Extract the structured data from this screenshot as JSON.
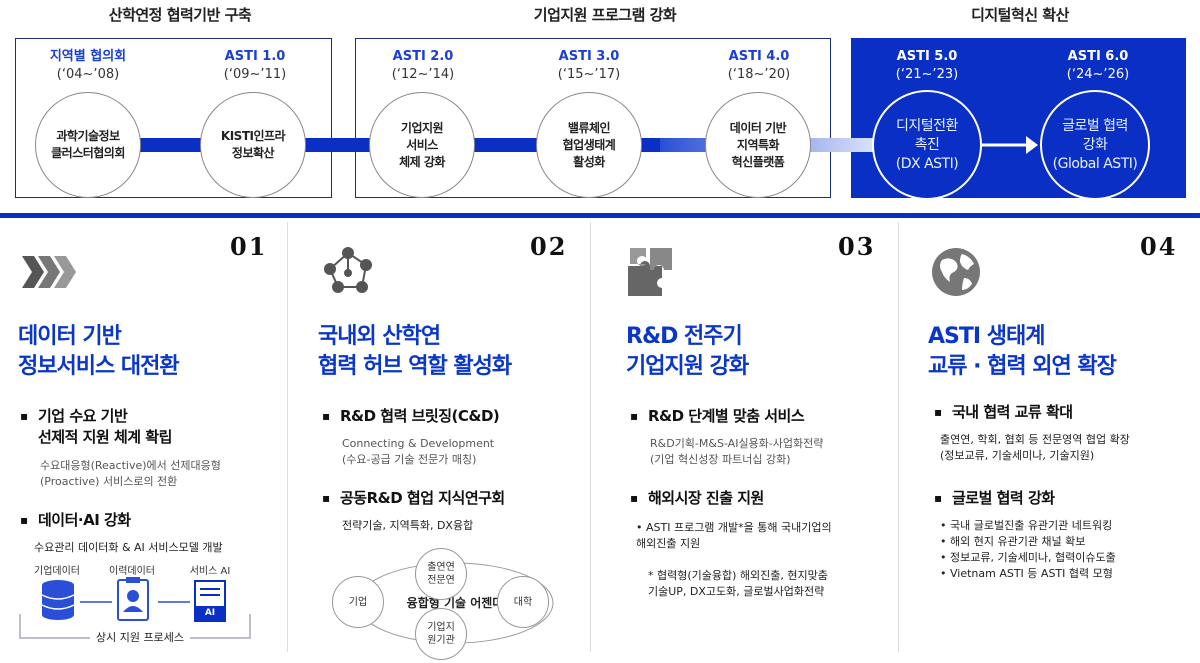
{
  "phases": [
    {
      "title": "산학연정 협력기반 구축"
    },
    {
      "title": "기업지원 프로그램 강화"
    },
    {
      "title": "디지털혁신 확산"
    }
  ],
  "stages": [
    {
      "label": "지역별 협의회",
      "years": "(‘04~’08)",
      "circle": "과학기술정보\n클러스터협의회"
    },
    {
      "label": "ASTI 1.0",
      "years": "(‘09~’11)",
      "circle": "KISTI인프라\n정보확산"
    },
    {
      "label": "ASTI 2.0",
      "years": "(‘12~’14)",
      "circle": "기업지원\n서비스\n체제 강화"
    },
    {
      "label": "ASTI 3.0",
      "years": "(‘15~’17)",
      "circle": "밸류체인\n협업생태계\n활성화"
    },
    {
      "label": "ASTI 4.0",
      "years": "(‘18~’20)",
      "circle": "데이터 기반\n지역특화\n혁신플랫폼"
    },
    {
      "label": "ASTI 5.0",
      "years": "(‘21~’23)",
      "circle": "디지털전환\n촉진\n(DX ASTI)"
    },
    {
      "label": "ASTI 6.0",
      "years": "(‘24~’26)",
      "circle": "글로벌 협력\n강화\n(Global ASTI)"
    }
  ],
  "columns": [
    {
      "num": "01",
      "icon": "chevrons-icon",
      "title": "데이터 기반\n정보서비스 대전환",
      "b1": "기업 수요 기반\n선제적 지원 체계 확립",
      "s1": "수요대응형(Reactive)에서 선제대응형\n(Proactive) 서비스로의 전환",
      "b2": "데이터·AI 강화",
      "s2": "수요관리 데이터화 & AI 서비스모델 개발",
      "icon_labels": [
        "기업데이터",
        "이력데이터",
        "서비스 AI"
      ],
      "ai_badge": "AI",
      "process": "상시 지원 프로세스"
    },
    {
      "num": "02",
      "icon": "network-icon",
      "title": "국내외 산학연\n협력 허브 역할 활성화",
      "b1": "R&D 협력 브릿징(C&D)",
      "s1": "Connecting & Development\n(수요-공급 기술 전문가 매칭)",
      "b2": "공동R&D 협업 지식연구회",
      "s2": "전략기술, 지역특화, DX융합",
      "center": "융합형 기술 어젠다",
      "nodes": [
        "출연연\n전문연",
        "기업",
        "대학",
        "기업지\n원기관"
      ]
    },
    {
      "num": "03",
      "icon": "puzzle-icon",
      "title": "R&D 전주기\n기업지원 강화",
      "b1": "R&D 단계별 맞춤 서비스",
      "s1": "R&D기획-M&S-AI실용화-사업화전략\n(기업 혁신성장 파트너십 강화)",
      "b2": "해외시장 진출 지원",
      "s2a": "• ASTI 프로그램 개발*을 통해 국내기업의\n  해외진출 지원",
      "s2b": "* 협력형(기술융합) 해외진출, 현지맞춤\n  기술UP, DX고도화, 글로벌사업화전략"
    },
    {
      "num": "04",
      "icon": "globe-icon",
      "title": "ASTI 생태계\n교류 · 협력 외연 확장",
      "b1": "국내 협력 교류 확대",
      "s1": "출연연, 학회, 협회 등 전문영역 협업 확장\n(정보교류, 기술세미나, 기술지원)",
      "b2": "글로벌 협력 강화",
      "s2": "• 국내 글로벌진출 유관기관 네트워킹\n• 해외 현지 유관기관 채널 확보\n• 정보교류, 기술세미나, 협력이슈도출\n• Vietnam ASTI 등 ASTI 협력 모형"
    }
  ],
  "colors": {
    "accent": "#0a2fc4",
    "title": "#0a37c8"
  }
}
